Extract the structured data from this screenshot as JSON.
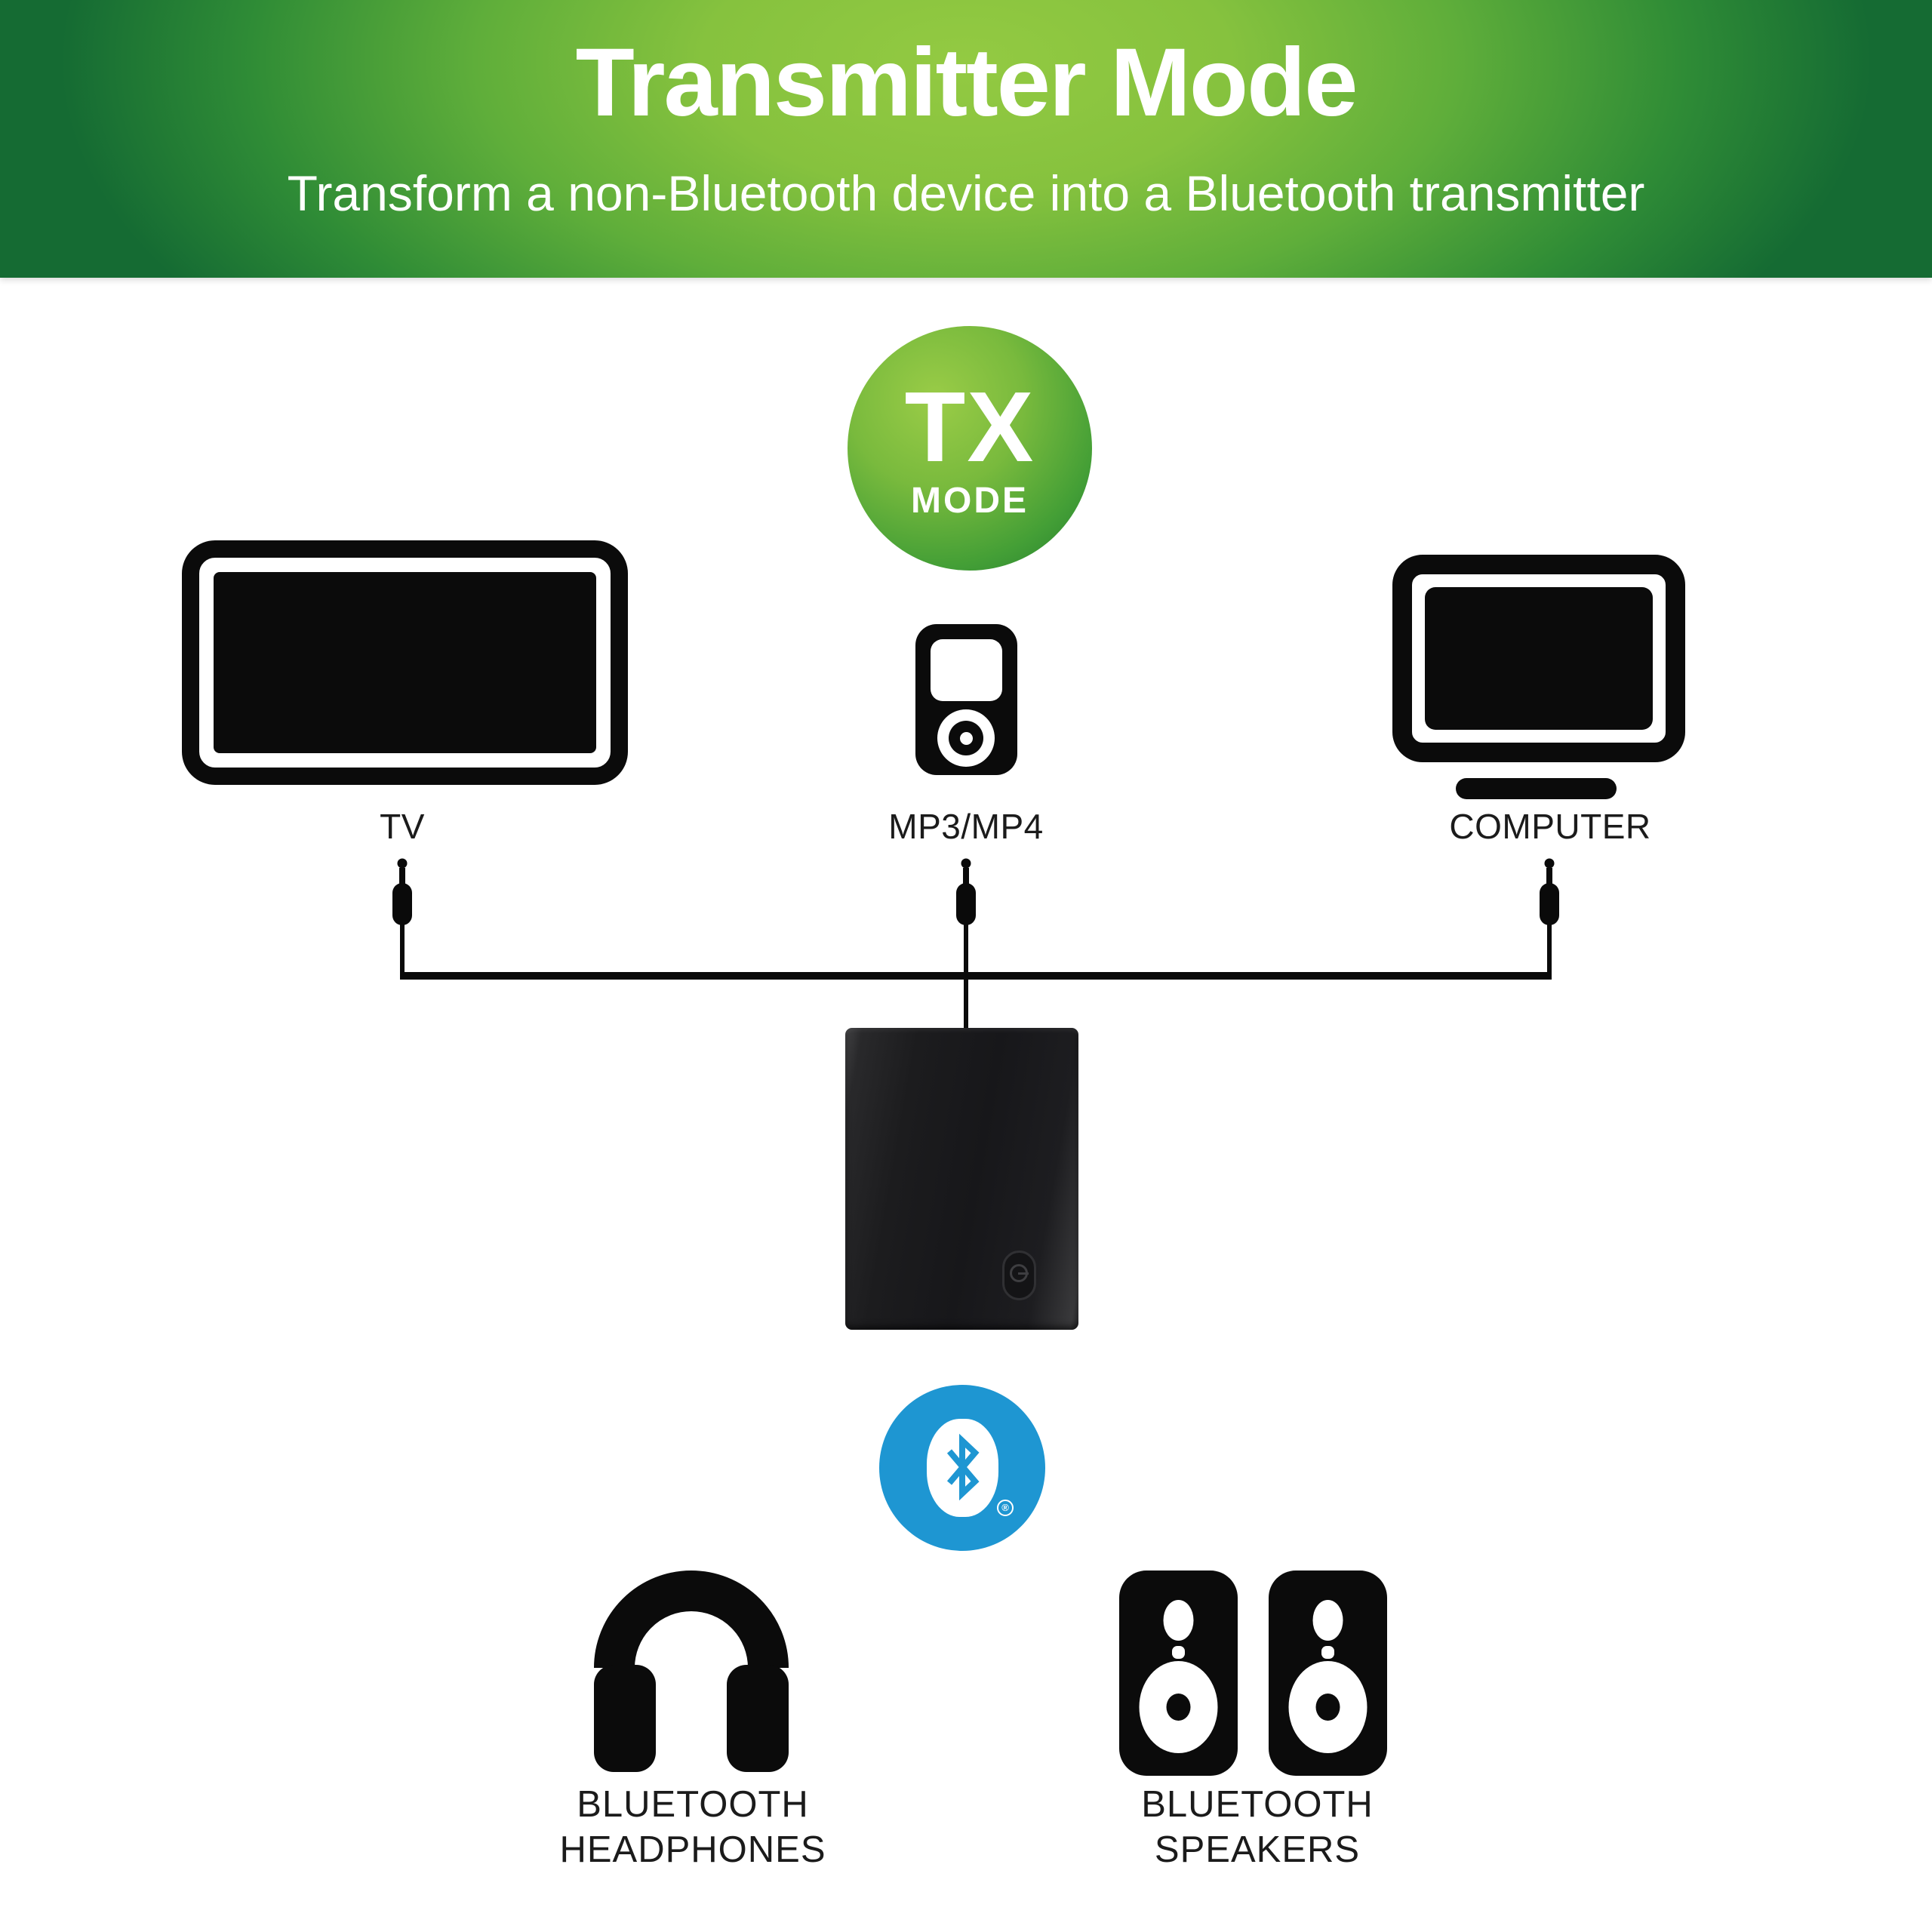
{
  "header": {
    "title": "Transmitter Mode",
    "subtitle": "Transform a non-Bluetooth device into a Bluetooth transmitter",
    "text_color": "#ffffff",
    "gradient_center": "#8cc640",
    "gradient_edge": "#156b33"
  },
  "tx_badge": {
    "line1": "TX",
    "line2": "MODE",
    "gradient_light": "#96ca43",
    "gradient_dark": "#217c2f"
  },
  "sources": [
    {
      "label": "TV",
      "icon": "tv-icon"
    },
    {
      "label": "MP3/MP4",
      "icon": "mp3-player-icon"
    },
    {
      "label": "COMPUTER",
      "icon": "computer-monitor-icon"
    }
  ],
  "transmitter": {
    "name": "bluetooth-transmitter-device",
    "button": "pairing-button"
  },
  "bluetooth": {
    "icon": "bluetooth-logo-icon",
    "circle_color": "#1e96d2",
    "registered_mark": "®"
  },
  "receivers": [
    {
      "line1": "BLUETOOTH",
      "line2": "HEADPHONES",
      "icon": "headphones-icon"
    },
    {
      "line1": "BLUETOOTH",
      "line2": "SPEAKERS",
      "icon": "stereo-speakers-icon"
    }
  ]
}
